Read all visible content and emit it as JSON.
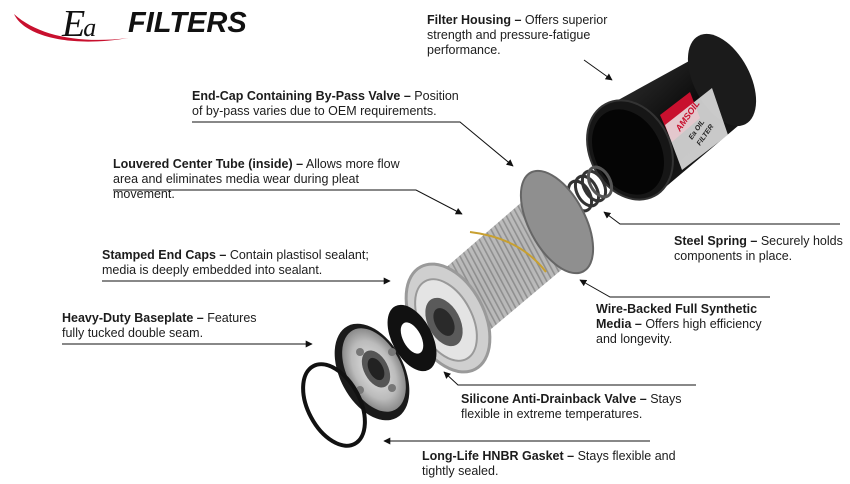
{
  "logo": {
    "ea_main": "E",
    "ea_sub": "a",
    "brand": "FILTERS"
  },
  "product_label": {
    "brand": "AMSOIL",
    "line1": "Ea OIL",
    "line2": "FILTER"
  },
  "callouts": {
    "housing": {
      "title": "Filter Housing –",
      "text": " Offers superior strength and pressure-fatigue performance."
    },
    "endcap": {
      "title": "End-Cap Containing By-Pass Valve –",
      "text": " Position of by-pass varies due to OEM requirements."
    },
    "tube": {
      "title": "Louvered Center Tube (inside) –",
      "text": " Allows more flow area and eliminates media wear during pleat movement."
    },
    "stamped": {
      "title": "Stamped End Caps –",
      "text": " Contain plastisol sealant; media is deeply embedded into sealant."
    },
    "baseplate": {
      "title": "Heavy-Duty Baseplate –",
      "text": " Features fully tucked double seam."
    },
    "spring": {
      "title": "Steel Spring –",
      "text": " Securely holds components in place."
    },
    "media": {
      "title": "Wire-Backed Full Synthetic Media –",
      "text": " Offers high efficiency and longevity."
    },
    "valve": {
      "title": "Silicone Anti-Drainback Valve –",
      "text": " Stays flexible in extreme temperatures."
    },
    "gasket": {
      "title": "Long-Life HNBR Gasket –",
      "text": " Stays flexible and tightly sealed."
    }
  },
  "colors": {
    "swoosh": "#c8102e",
    "housing": "#111111",
    "media": "#b8b8b8",
    "accent": "#c8102e"
  }
}
